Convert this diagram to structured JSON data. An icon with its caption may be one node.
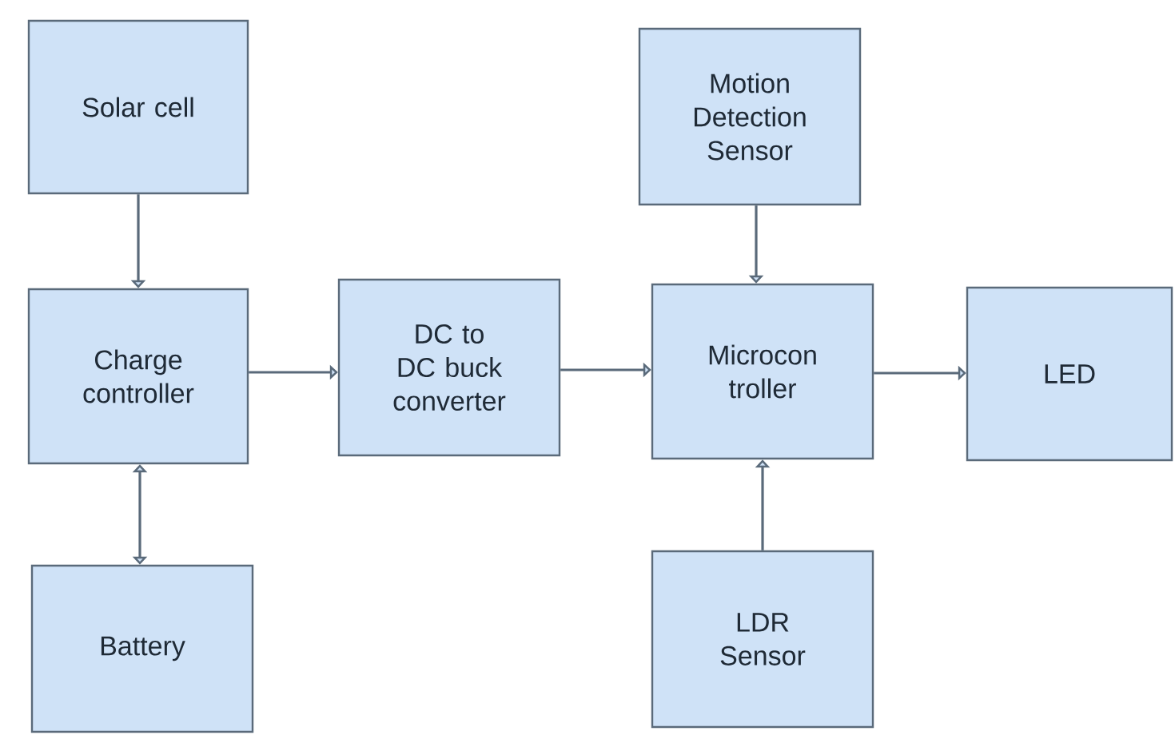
{
  "diagram": {
    "nodes": [
      {
        "text": [
          "Solar cell"
        ]
      },
      {
        "text": [
          "Charge controller"
        ]
      },
      {
        "text": [
          "Battery"
        ]
      },
      {
        "text": [
          "DC to DC buck converter"
        ]
      },
      {
        "text": [
          "Motion Detection Sensor"
        ]
      },
      {
        "text": [
          "Microcon troller"
        ]
      },
      {
        "text": [
          "LED"
        ]
      },
      {
        "text": [
          "LDR Sensor"
        ]
      }
    ],
    "edges": [
      {
        "from": 0,
        "to": 1,
        "arrow": "to"
      },
      {
        "from": 1,
        "to": 2,
        "arrow": "both"
      },
      {
        "from": 1,
        "to": 3,
        "arrow": "to"
      },
      {
        "from": 3,
        "to": 5,
        "arrow": "to"
      },
      {
        "from": 4,
        "to": 5,
        "arrow": "to"
      },
      {
        "from": 7,
        "to": 5,
        "arrow": "to"
      },
      {
        "from": 5,
        "to": 6,
        "arrow": "to"
      }
    ]
  }
}
